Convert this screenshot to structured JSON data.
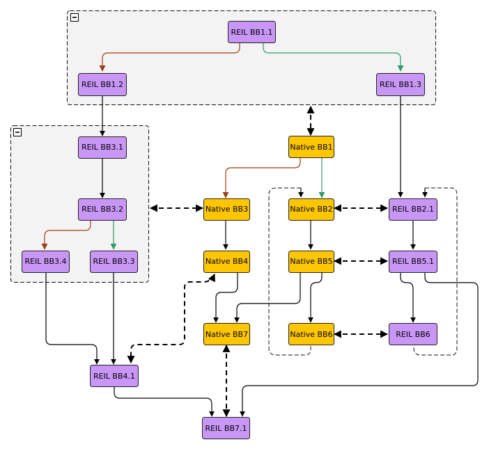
{
  "colors": {
    "reil": "#c896f5",
    "native": "#fdc600",
    "node_border": "#222222",
    "true_branch": "#2e9a68",
    "false_branch": "#a33b12",
    "normal": "#000000"
  },
  "groups": [
    {
      "id": "g1",
      "collapse_symbol": "−",
      "icon": "minus-icon"
    },
    {
      "id": "g3",
      "collapse_symbol": "−",
      "icon": "minus-icon"
    }
  ],
  "nodes": {
    "reil_bb1_1": "REIL BB1.1",
    "reil_bb1_2": "REIL BB1.2",
    "reil_bb1_3": "REIL BB1.3",
    "reil_bb3_1": "REIL BB3.1",
    "reil_bb3_2": "REIL BB3.2",
    "reil_bb3_3": "REIL BB3.3",
    "reil_bb3_4": "REIL BB3.4",
    "reil_bb4_1": "REIL BB4.1",
    "reil_bb7_1": "REIL BB7.1",
    "reil_bb2_1": "REIL BB2.1",
    "reil_bb5_1": "REIL BB5.1",
    "reil_bb6": "REIL BB6",
    "native_bb1": "Native BB1",
    "native_bb2": "Native BB2",
    "native_bb3": "Native BB3",
    "native_bb4": "Native BB4",
    "native_bb5": "Native BB5",
    "native_bb6": "Native BB6",
    "native_bb7": "Native BB7"
  }
}
